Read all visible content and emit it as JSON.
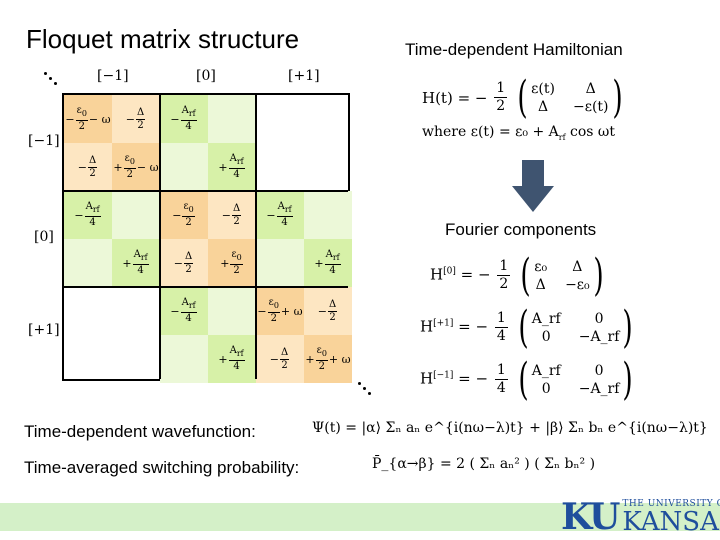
{
  "title": "Floquet matrix structure",
  "block_labels": {
    "minus": "[−1]",
    "zero": "[0]",
    "plus": "[+1]"
  },
  "diag_a": {
    "sign": "−",
    "num": "ε",
    "numsub": "0",
    "den": "2",
    "tail": "− ω"
  },
  "diag_b": {
    "sign": "−",
    "num": "Δ",
    "den": "2"
  },
  "diag_c": {
    "sign": "+",
    "num": "ε",
    "numsub": "0",
    "den": "2",
    "tail": "− ω"
  },
  "diag0_a": {
    "sign": "−",
    "num": "ε",
    "numsub": "0",
    "den": "2"
  },
  "diag0_c": {
    "sign": "+",
    "num": "ε",
    "numsub": "0",
    "den": "2"
  },
  "diagp_a": {
    "sign": "−",
    "num": "ε",
    "numsub": "0",
    "den": "2",
    "tail": "+ ω"
  },
  "diagp_c": {
    "sign": "+",
    "num": "ε",
    "numsub": "0",
    "den": "2",
    "tail": "+ ω"
  },
  "off_minus": {
    "sign": "−",
    "num": "A",
    "numsub": "rf",
    "den": "4"
  },
  "off_plus": {
    "sign": "+",
    "num": "A",
    "numsub": "rf",
    "den": "4"
  },
  "hamiltonian": {
    "heading": "Time-dependent Hamiltonian",
    "lhs": "H(t) = −",
    "frac_num": "1",
    "frac_den": "2",
    "m11": "ε(t)",
    "m12": "Δ",
    "m21": "Δ",
    "m22": "−ε(t)",
    "where": "where ε(t) = ε₀ + A",
    "where_sub": "rf",
    "where_tail": " cos ωt"
  },
  "fourier": {
    "heading": "Fourier components",
    "h0": {
      "lhs": "H",
      "sup": "[0]",
      "eq": " = −",
      "fn": "1",
      "fd": "2",
      "m11": "ε₀",
      "m12": "Δ",
      "m21": "Δ",
      "m22": "−ε₀"
    },
    "hp": {
      "lhs": "H",
      "sup": "[+1]",
      "eq": " = −",
      "fn": "1",
      "fd": "4",
      "m11": "A_rf",
      "m12": "0",
      "m21": "0",
      "m22": "−A_rf"
    },
    "hm": {
      "lhs": "H",
      "sup": "[−1]",
      "eq": " = −",
      "fn": "1",
      "fd": "4",
      "m11": "A_rf",
      "m12": "0",
      "m21": "0",
      "m22": "−A_rf"
    }
  },
  "wavefunction": {
    "label": "Time-dependent wavefunction:",
    "eq": "Ψ(t) = |α⟩ Σₙ aₙ e^{i(nω−λ)t} + |β⟩ Σₙ bₙ e^{i(nω−λ)t}"
  },
  "switching": {
    "label": "Time-averaged switching probability:",
    "eq": "P̄_{α→β} = 2 ( Σₙ aₙ² ) ( Σₙ bₙ² )"
  },
  "logo": {
    "mark": "KU",
    "small": "THE UNIVERSITY OF",
    "big": "KANSAS"
  },
  "colors": {
    "orange_dark": "#f9d39a",
    "orange_light": "#fde6c2",
    "green_dark": "#d7f1a8",
    "green_light": "#ecf8d8",
    "ku_blue": "#1f4e9c",
    "footer": "#d4f0c8"
  }
}
